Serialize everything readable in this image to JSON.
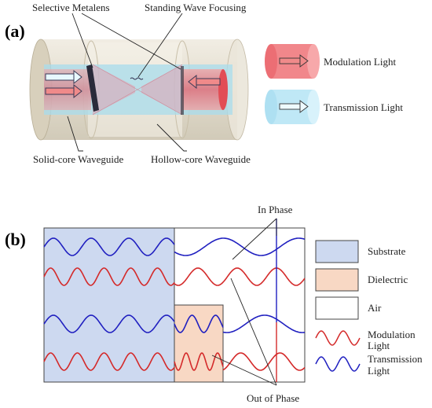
{
  "panel_a": {
    "tag": "(a)",
    "labels": {
      "selective_metalens": "Selective Metalens",
      "standing_wave": "Standing Wave Focusing",
      "solid_core": "Solid-core Waveguide",
      "hollow_core": "Hollow-core Waveguide"
    },
    "legend": {
      "modulation": "Modulation Light",
      "transmission": "Transmission Light"
    }
  },
  "panel_b": {
    "tag": "(b)",
    "labels": {
      "in_phase": "In Phase",
      "out_of_phase": "Out of Phase"
    },
    "legend": {
      "substrate": "Substrate",
      "dielectric": "Dielectric",
      "air": "Air",
      "modulation_1": "Modulation",
      "modulation_2": "Light",
      "transmission_1": "Transmission",
      "transmission_2": "Light"
    }
  },
  "colors": {
    "modulation": "#d42a2a",
    "transmission": "#2020c0",
    "substrate": "#cdd9f0",
    "dielectric": "#f8d8c4",
    "waveguide": "#ddd6c4",
    "channel": "#a8dcec"
  }
}
